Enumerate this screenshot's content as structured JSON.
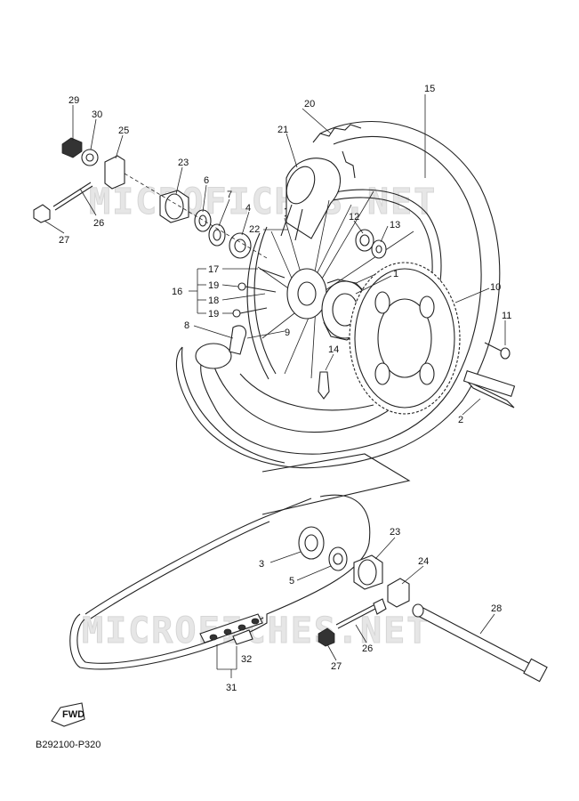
{
  "watermark": "MICROFICHES.NET",
  "diagram_code": "B292100-P320",
  "fwd_label": "FWD",
  "parts": {
    "p1": "1",
    "p2": "2",
    "p3": "3",
    "p4": "4",
    "p5": "5",
    "p6": "6",
    "p7": "7",
    "p8": "8",
    "p9": "9",
    "p10": "10",
    "p11": "11",
    "p12": "12",
    "p13": "13",
    "p14": "14",
    "p15": "15",
    "p16": "16",
    "p17": "17",
    "p18": "18",
    "p19a": "19",
    "p19b": "19",
    "p20": "20",
    "p21": "21",
    "p22": "22",
    "p23a": "23",
    "p23b": "23",
    "p24": "24",
    "p25": "25",
    "p26a": "26",
    "p26b": "26",
    "p27a": "27",
    "p27b": "27",
    "p28": "28",
    "p29": "29",
    "p30": "30",
    "p31": "31",
    "p32": "32"
  }
}
